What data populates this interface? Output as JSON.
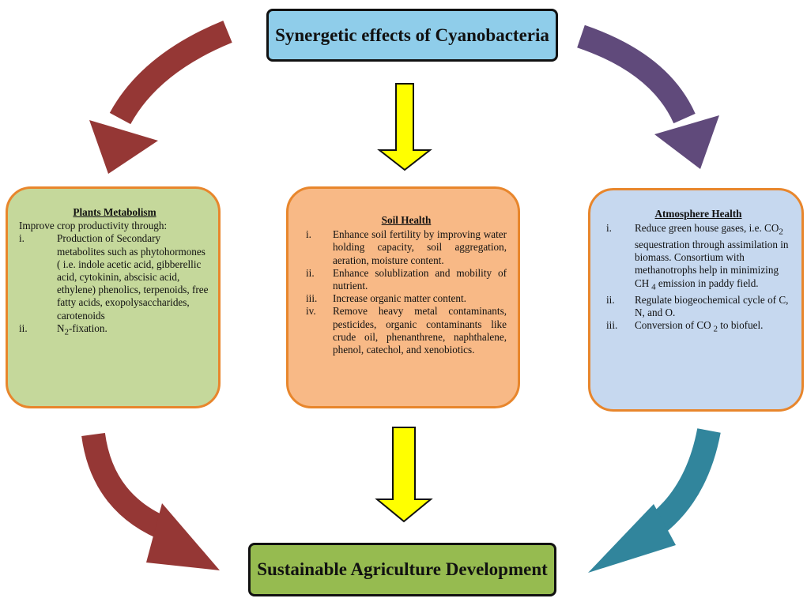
{
  "title": "Synergetic effects of Cyanobacteria",
  "bottom": "Sustainable Agriculture Development",
  "plants": {
    "heading": "Plants Metabolism",
    "intro": "Improve crop productivity through:",
    "items": [
      {
        "num": "i.",
        "text": "Production of Secondary metabolites such as phytohormones ( i.e. indole acetic acid, gibberellic acid, cytokinin, abscisic acid, ethylene) phenolics, terpenoids, free fatty acids, exopolysaccharides, carotenoids"
      },
      {
        "num": "ii.",
        "pre": "N",
        "sub": "2",
        "post": "-fixation."
      }
    ]
  },
  "soil": {
    "heading": "Soil Health",
    "items": [
      {
        "num": "i.",
        "text": "Enhance soil fertility by improving water holding capacity, soil aggregation, aeration, moisture content."
      },
      {
        "num": "ii.",
        "text": "Enhance solublization and mobility of nutrient."
      },
      {
        "num": "iii.",
        "text": "Increase organic matter content."
      },
      {
        "num": "iv.",
        "text": "Remove heavy metal contaminants, pesticides, organic contaminants like crude oil, phenanthrene, naphthalene, phenol, catechol, and xenobiotics."
      }
    ]
  },
  "atmosphere": {
    "heading": "Atmosphere Health",
    "items": [
      {
        "num": "i.",
        "pre": "Reduce green house gases, i.e. CO",
        "sub": "2",
        "mid": " sequestration through assimilation in biomass. Consortium with methanotrophs help in minimizing CH",
        "sub2": " 4",
        "post": " emission in paddy field."
      },
      {
        "num": "ii.",
        "text": "Regulate biogeochemical cycle of C, N, and O."
      },
      {
        "num": "iii.",
        "pre": "Conversion of CO",
        "sub": " 2",
        "post": " to biofuel."
      }
    ]
  },
  "colors": {
    "top_box": "#8fcdea",
    "bottom_box": "#96bb50",
    "plants_card": "#c5d89b",
    "soil_card": "#f8b986",
    "atmosphere_card": "#c6d8ef",
    "card_border": "#e8862c",
    "yellow_arrow": "#ffff00",
    "red_arrow": "#953735",
    "purple_arrow": "#604a7b",
    "teal_arrow": "#31859c"
  }
}
